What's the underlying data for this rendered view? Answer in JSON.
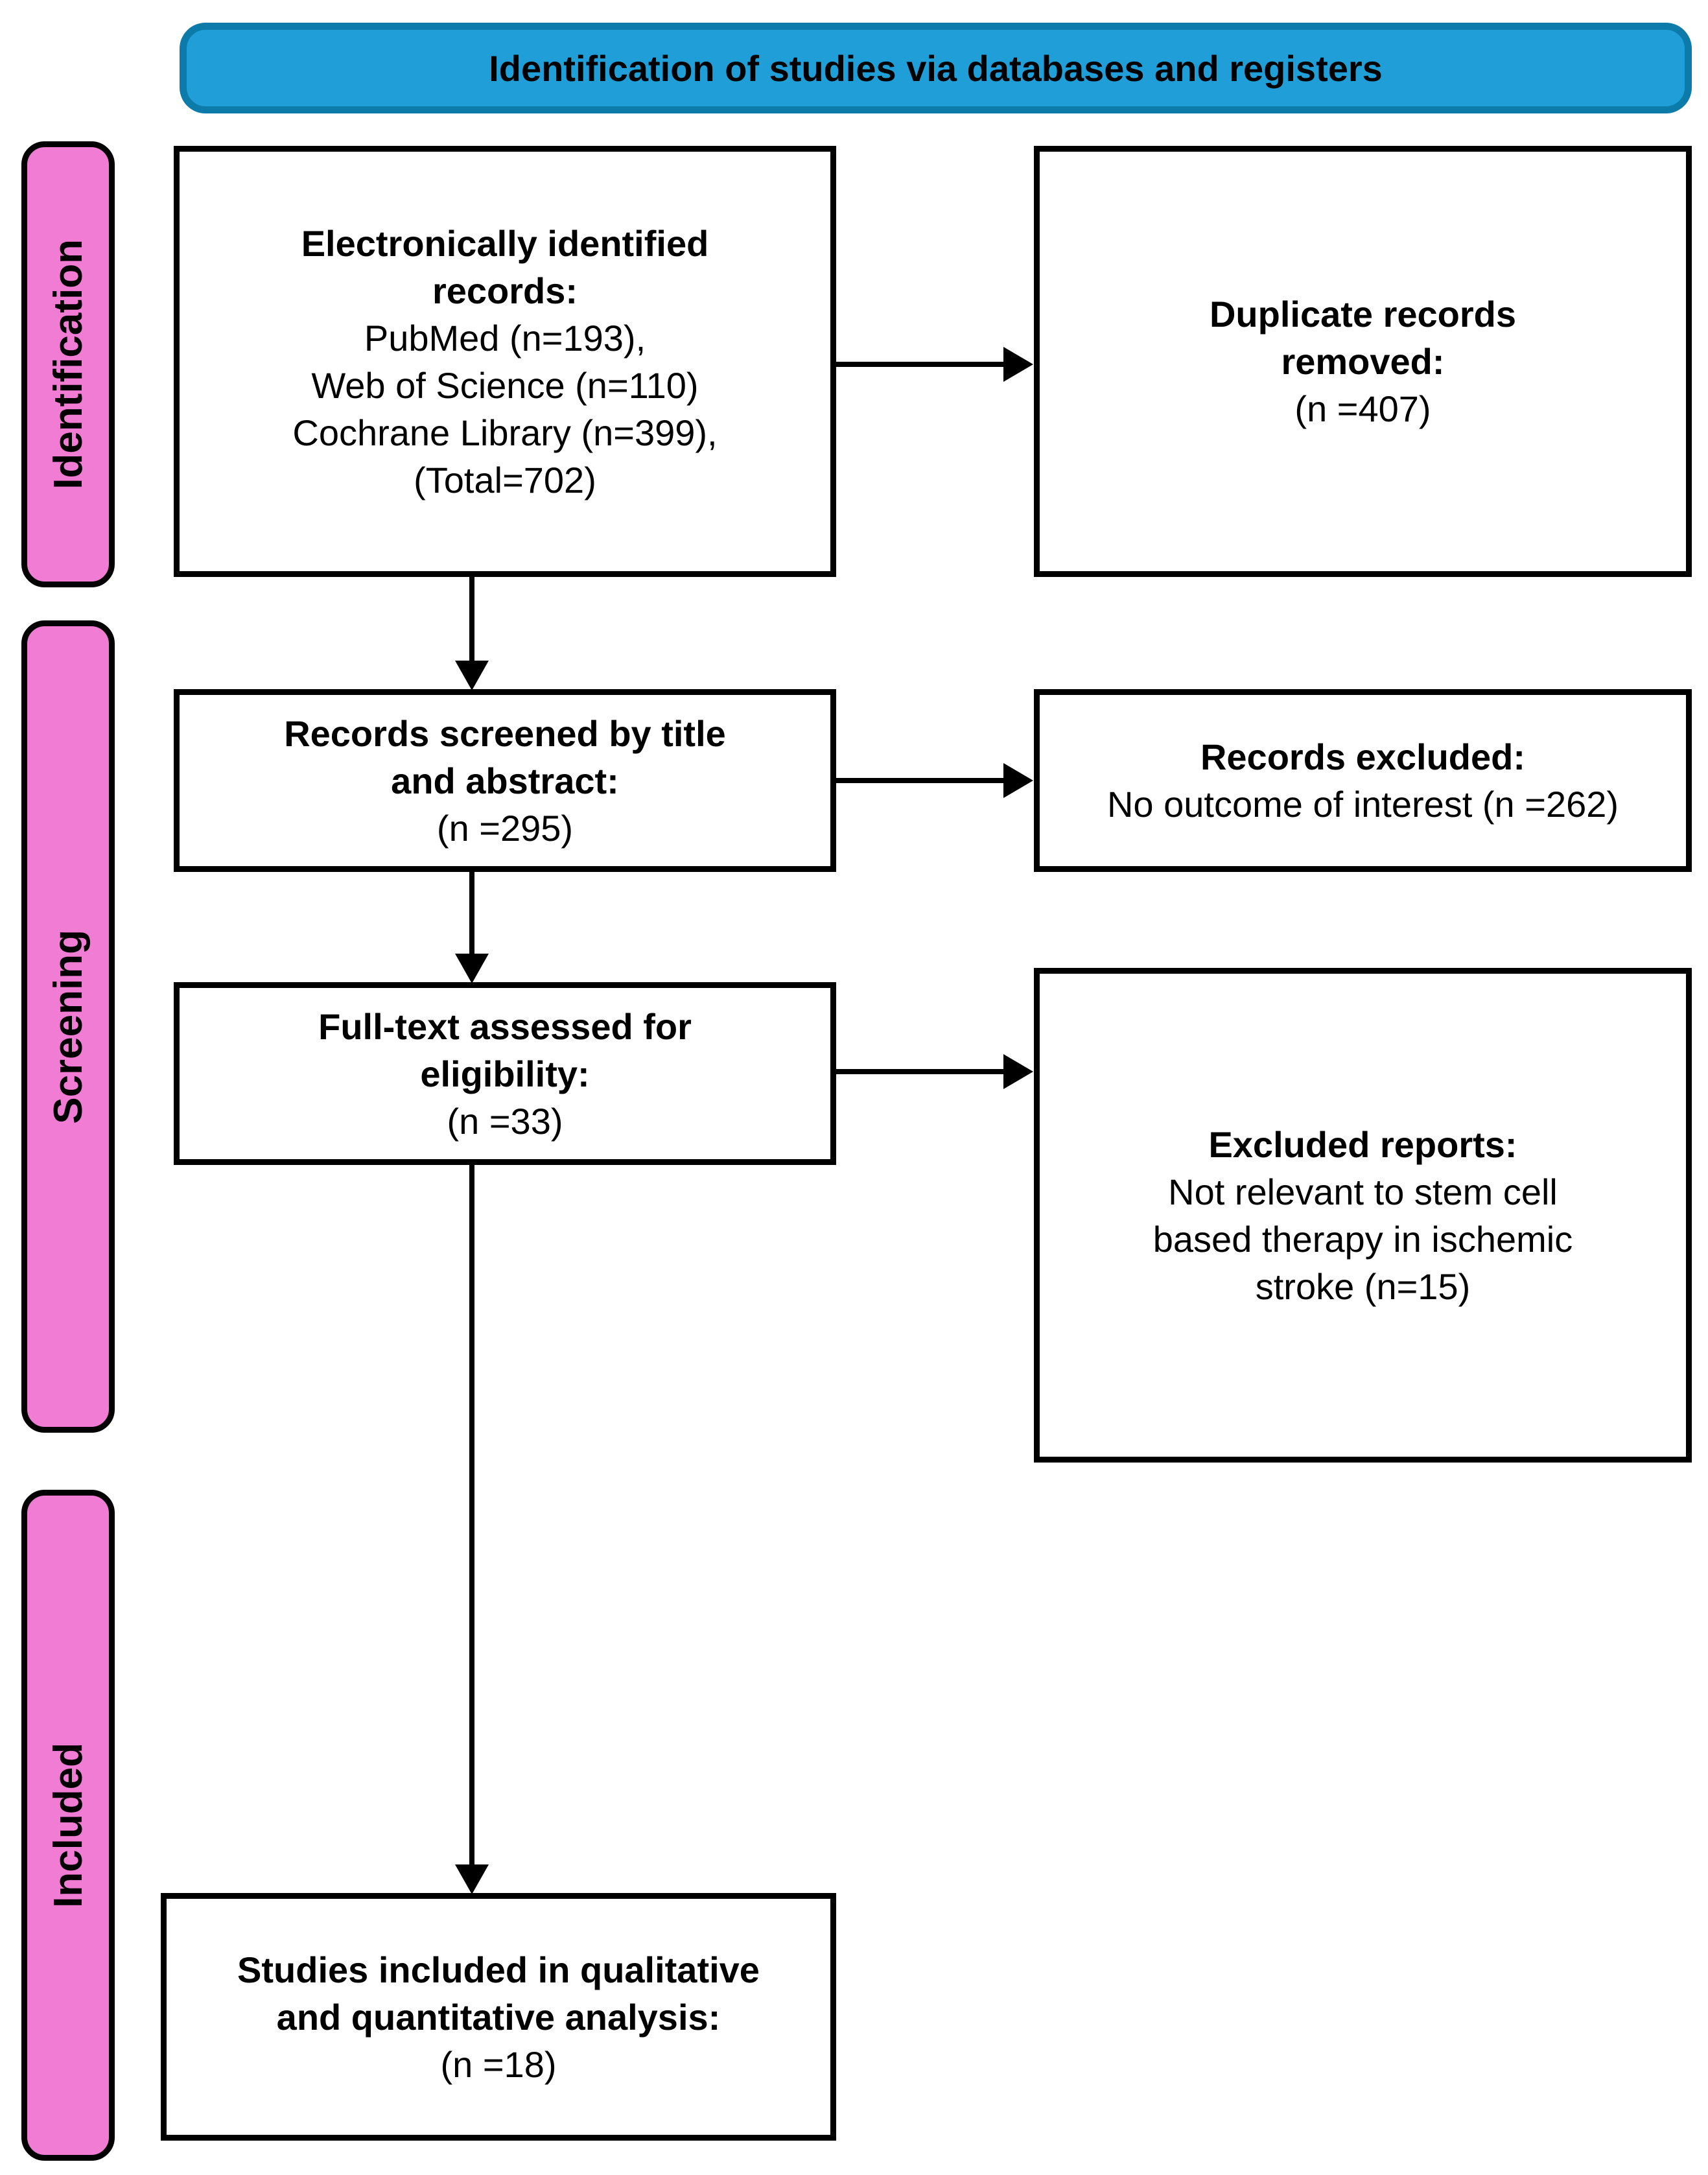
{
  "banner": {
    "label": "Identification of studies via databases and registers"
  },
  "stages": {
    "identification": "Identification",
    "screening": "Screening",
    "included": "Included"
  },
  "boxes": {
    "identified": {
      "title": [
        "Electronically identified",
        "records:"
      ],
      "body": [
        "PubMed (n=193),",
        "Web of Science (n=110)",
        "Cochrane Library (n=399),",
        "(Total=702)"
      ]
    },
    "duplicates": {
      "title": [
        "Duplicate records",
        "removed:"
      ],
      "body": [
        "(n =407)"
      ]
    },
    "screened": {
      "title": [
        "Records screened by title",
        "and abstract:"
      ],
      "body": [
        "(n =295)"
      ]
    },
    "records_excluded": {
      "title": [
        "Records excluded:"
      ],
      "body": [
        "No outcome of interest (n =262)"
      ]
    },
    "fulltext": {
      "title": [
        "Full-text assessed for",
        "eligibility:"
      ],
      "body": [
        "(n =33)"
      ]
    },
    "reports_excluded": {
      "title": [
        "Excluded reports:"
      ],
      "body": [
        "Not relevant to stem cell",
        "based therapy in ischemic",
        "stroke (n=15)"
      ]
    },
    "included_studies": {
      "title": [
        "Studies included in qualitative",
        "and quantitative analysis:"
      ],
      "body": [
        "(n =18)"
      ]
    }
  },
  "colors": {
    "banner_fill": "#209ED8",
    "banner_border": "#0C7BA9",
    "stage_fill": "#F17CD3",
    "outline": "#000000",
    "box_fill": "#FFFFFF",
    "text": "#000000"
  }
}
